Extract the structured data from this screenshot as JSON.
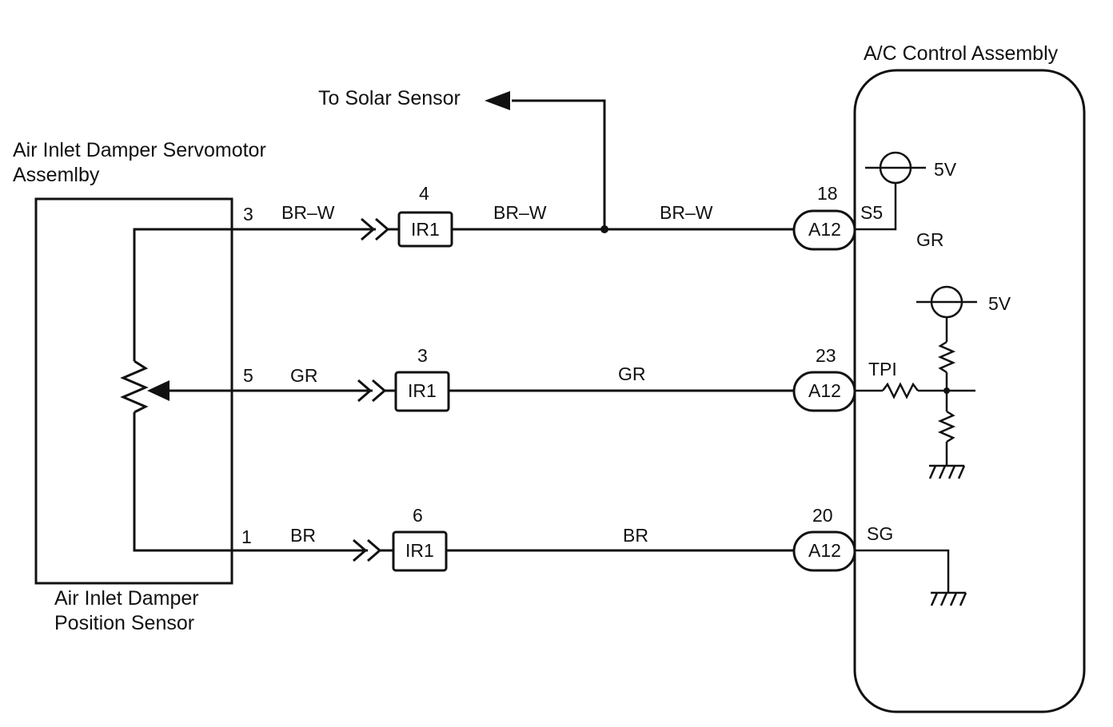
{
  "component_left": {
    "title_line1": "Air Inlet Damper Servomotor",
    "title_line2": "Assemlby",
    "caption_line1": "Air Inlet Damper",
    "caption_line2": "Position Sensor"
  },
  "component_right": {
    "title": "A/C Control Assembly",
    "supply_top": "5V",
    "supply_mid": "5V",
    "internal_wire": "GR"
  },
  "solar_sensor": {
    "label": "To Solar Sensor"
  },
  "circuits": [
    {
      "left_pin": "3",
      "wire_left": "BR–W",
      "ir_pin": "4",
      "ir_connector": "IR1",
      "wire_mid": "BR–W",
      "wire_right": "BR–W",
      "a_pin": "18",
      "a_connector": "A12",
      "terminal": "S5"
    },
    {
      "left_pin": "5",
      "wire_left": "GR",
      "ir_pin": "3",
      "ir_connector": "IR1",
      "wire_right": "GR",
      "a_pin": "23",
      "a_connector": "A12",
      "terminal": "TPI"
    },
    {
      "left_pin": "1",
      "wire_left": "BR",
      "ir_pin": "6",
      "ir_connector": "IR1",
      "wire_right": "BR",
      "a_pin": "20",
      "a_connector": "A12",
      "terminal": "SG"
    }
  ]
}
